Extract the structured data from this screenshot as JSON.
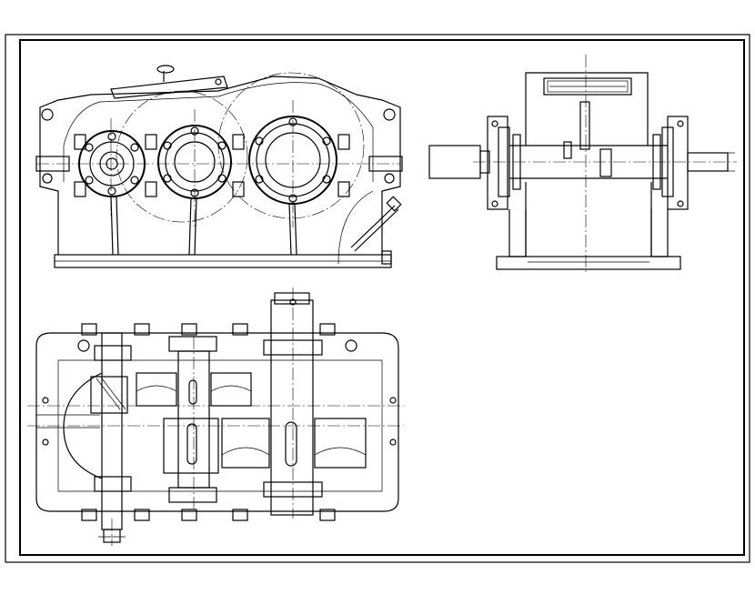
{
  "drawing": {
    "kind": "engineering-drawing",
    "subject": "gear-reducer",
    "views": [
      "front-view",
      "side-view",
      "top-section-view"
    ],
    "colors": {
      "line": "#000000",
      "background": "#ffffff"
    }
  }
}
